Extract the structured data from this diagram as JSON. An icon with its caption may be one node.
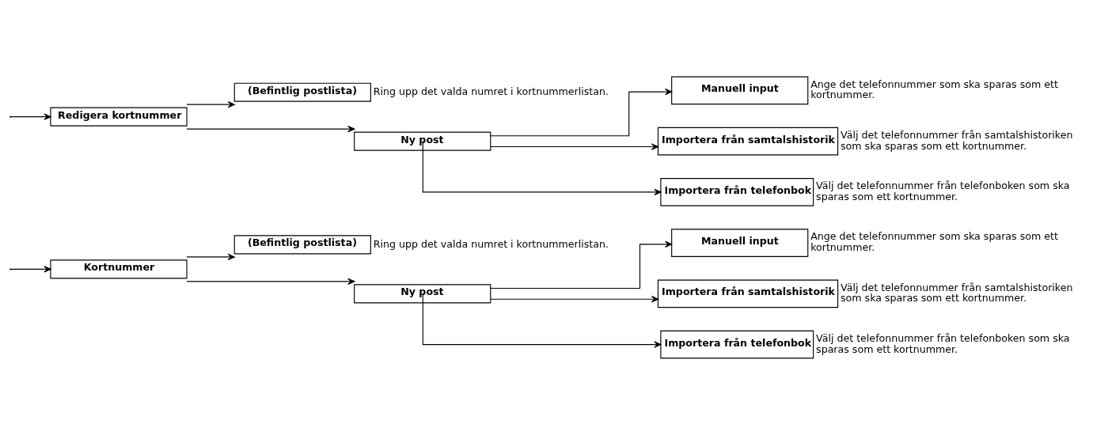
{
  "diagram": {
    "nodes": [
      {
        "text": [
          "Kortnummer"
        ]
      },
      {
        "text": [
          "(Befintlig postlista)"
        ],
        "beside": [
          "Ring upp det valda numret i kortnummerlistan."
        ]
      },
      {
        "text": [
          "Ny post"
        ]
      },
      {
        "text": [
          "Manuell input"
        ],
        "beside": [
          "Ange det telefonnummer som ska sparas som ett kortnummer."
        ]
      },
      {
        "text": [
          "Importera från samtalshistorik"
        ],
        "beside": [
          "Välj det telefonnummer från samtalshistoriken som ska sparas som ett kortnummer."
        ]
      },
      {
        "text": [
          "Importera från telefonbok"
        ],
        "beside": [
          "Välj det telefonnummer från telefonboken som ska sparas som ett kortnummer."
        ]
      },
      {
        "text": [
          "Redigera kortnummer"
        ]
      },
      {
        "text": [
          "(Befintlig postlista)"
        ],
        "beside": [
          "Ring upp det valda numret i kortnummerlistan."
        ]
      },
      {
        "text": [
          "Ny post"
        ]
      },
      {
        "text": [
          "Manuell input"
        ],
        "beside": [
          "Ange det telefonnummer som ska sparas som ett kortnummer."
        ]
      },
      {
        "text": [
          "Importera från samtalshistorik"
        ],
        "beside": [
          "Välj det telefonnummer från samtalshistoriken som ska sparas som ett kortnummer."
        ]
      },
      {
        "text": [
          "Importera från telefonbok"
        ],
        "beside": [
          "Välj det telefonnummer från telefonboken som ska sparas som ett kortnummer."
        ]
      }
    ],
    "edges": [
      {
        "from": null,
        "to": 0,
        "arrow": "to"
      },
      {
        "from": 0,
        "to": 1,
        "arrow": "to"
      },
      {
        "from": 0,
        "to": 2,
        "arrow": "to"
      },
      {
        "from": 2,
        "to": 3,
        "arrow": "to"
      },
      {
        "from": 2,
        "to": 4,
        "arrow": "to"
      },
      {
        "from": 2,
        "to": 5,
        "arrow": "to"
      },
      {
        "from": null,
        "to": 6,
        "arrow": "to"
      },
      {
        "from": 6,
        "to": 7,
        "arrow": "to"
      },
      {
        "from": 6,
        "to": 8,
        "arrow": "to"
      },
      {
        "from": 8,
        "to": 9,
        "arrow": "to"
      },
      {
        "from": 8,
        "to": 10,
        "arrow": "to"
      },
      {
        "from": 8,
        "to": 11,
        "arrow": "to"
      }
    ]
  }
}
